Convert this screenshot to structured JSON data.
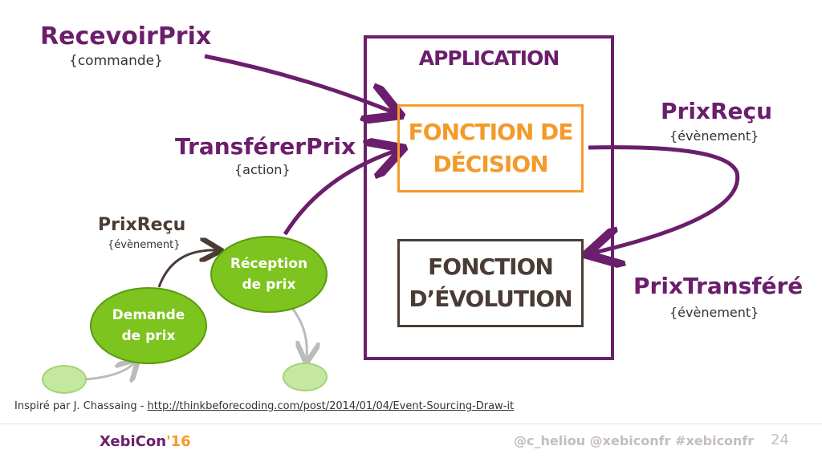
{
  "left_labels": {
    "recevoir": {
      "title": "RecevoirPrix",
      "sub": "{commande}"
    },
    "transferer": {
      "title": "TransférerPrix",
      "sub": "{action}"
    },
    "prixrecu_left": {
      "title": "PrixReçu",
      "sub": "{évènement}"
    }
  },
  "right_labels": {
    "prixrecu_right": {
      "title": "PrixReçu",
      "sub": "{évènement}"
    },
    "prixtransfere": {
      "title": "PrixTransféré",
      "sub": "{évènement}"
    }
  },
  "application": {
    "label": "Application",
    "decision_line1": "Fonction de",
    "decision_line2": "décision",
    "evolution_line1": "Fonction",
    "evolution_line2": "d’évolution"
  },
  "states": {
    "demande_line1": "Demande",
    "demande_line2": "de prix",
    "reception_line1": "Réception",
    "reception_line2": "de prix"
  },
  "credit": {
    "text": "Inspiré par J. Chassaing - ",
    "link": "http://thinkbeforecoding.com/post/2014/01/04/Event-Sourcing-Draw-it"
  },
  "footer": {
    "logo_main": "XebiCon",
    "logo_year": "'16",
    "handles": "@c_heliou @xebiconfr #xebiconfr",
    "page_number": "24"
  },
  "colors": {
    "purple": "#6b1e6b",
    "orange": "#f39a2a",
    "dark_brown": "#4a3c34",
    "green": "#7dc41f",
    "light_green": "#c5e8a0"
  }
}
